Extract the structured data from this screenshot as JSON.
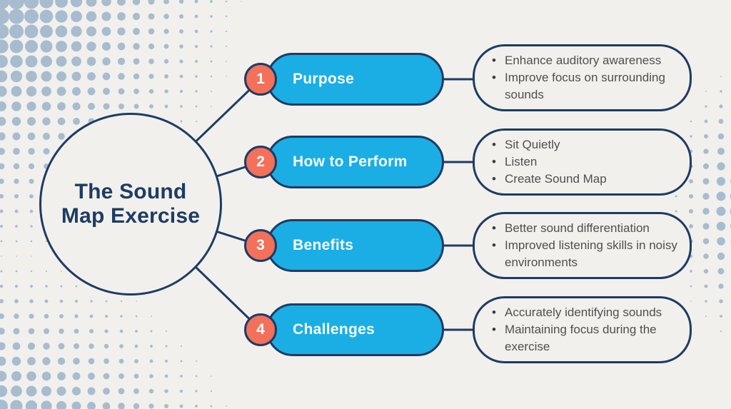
{
  "title": {
    "line1": "The Sound",
    "line2": "Map Exercise"
  },
  "colors": {
    "navy": "#1d3c64",
    "cyan": "#1baee4",
    "coral": "#f3705a",
    "background": "#f2f0ed",
    "dot": "#a7bccf",
    "bullet_text": "#4f4f4f",
    "pill_label": "#f6fdff"
  },
  "branches": [
    {
      "number": "1",
      "label": "Purpose",
      "bullets": [
        "Enhance auditory awareness",
        "Improve focus on surrounding sounds"
      ]
    },
    {
      "number": "2",
      "label": "How to Perform",
      "bullets": [
        "Sit Quietly",
        "Listen",
        "Create Sound Map"
      ]
    },
    {
      "number": "3",
      "label": "Benefits",
      "bullets": [
        "Better sound differentiation",
        "Improved listening skills in noisy environments"
      ]
    },
    {
      "number": "4",
      "label": "Challenges",
      "bullets": [
        "Accurately identifying sounds",
        "Maintaining focus during the exercise"
      ]
    }
  ]
}
